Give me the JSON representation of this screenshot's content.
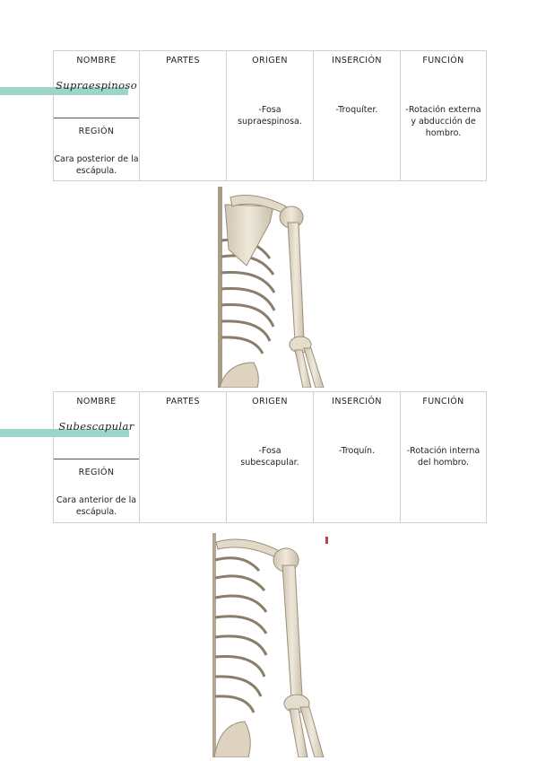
{
  "headers": {
    "nombre": "NOMBRE",
    "partes": "PARTES",
    "origen": "ORIGEN",
    "insercion": "INSERCIÓN",
    "funcion": "FUNCIÓN",
    "region": "REGIÓN"
  },
  "colors": {
    "highlight": "#9dd6c8",
    "border": "#cfcfcf",
    "bone": "#e8e0d0"
  },
  "muscles": [
    {
      "name": "Supraespinoso",
      "region": "Cara posterior de la escápula.",
      "partes": "",
      "origen": "-Fosa supraespinosa.",
      "insercion": "-Troquíter.",
      "funcion": "-Rotación externa y abducción de hombro."
    },
    {
      "name": "Subescapular",
      "region": "Cara anterior de la escápula.",
      "partes": "",
      "origen": "-Fosa subescapular.",
      "insercion": "-Troquín.",
      "funcion": "-Rotación interna del hombro."
    }
  ]
}
